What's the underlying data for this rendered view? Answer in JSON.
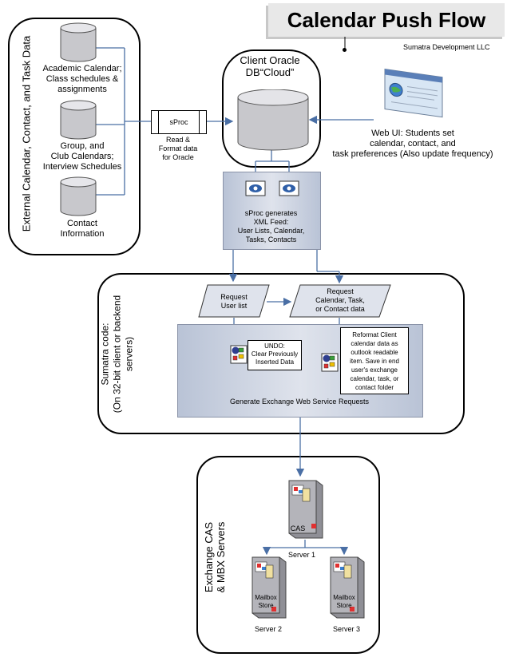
{
  "title": "Calendar Push Flow",
  "subtitle": "Sumatra Development LLC",
  "external_panel": {
    "label": "External Calendar, Contact, and Task Data",
    "sources": [
      {
        "label_lines": [
          "Academic Calendar;",
          "Class schedules &",
          "assignments"
        ]
      },
      {
        "label_lines": [
          "Group, and",
          "Club Calendars;",
          "Interview Schedules"
        ]
      },
      {
        "label_lines": [
          "Contact",
          "Information"
        ]
      }
    ]
  },
  "sproc_box": {
    "label": "sProc",
    "caption_lines": [
      "Read &",
      "Format data",
      "for Oracle"
    ]
  },
  "oracle": {
    "label_line1": "Client Oracle",
    "label_line2": "DB“Cloud”"
  },
  "webui": {
    "label_lines": [
      "Web UI: Students  set",
      "calendar, contact, and",
      "task preferences  (Also update frequency)"
    ]
  },
  "xml_feed": {
    "label_lines": [
      "sProc generates",
      "XML Feed:",
      "User Lists, Calendar,",
      "Tasks, Contacts"
    ]
  },
  "sumatra_panel": {
    "label_line1": "Sumatra code:",
    "label_line2": "(On 32-bit client or backend",
    "label_line3": "servers)",
    "request_user": [
      "Request",
      "User list"
    ],
    "request_cal": [
      "Request",
      "Calendar, Task,",
      "or Contact data"
    ],
    "undo": [
      "UNDO:",
      "Clear Previously",
      "Inserted Data"
    ],
    "reformat": [
      "Reformat Client",
      "calendar data as",
      "outlook readable",
      "item.  Save in end",
      "user's exchange",
      "calendar, task, or",
      "contact folder"
    ],
    "generate": "Generate Exchange Web Service Requests"
  },
  "exchange_panel": {
    "label_line1": "Exchange CAS",
    "label_line2": "& MBX Servers",
    "cas": {
      "tag": "CAS",
      "name": "Server 1"
    },
    "mbx1": {
      "tag_lines": [
        "Mailbox",
        "Store"
      ],
      "name": "Server 2"
    },
    "mbx2": {
      "tag_lines": [
        "Mailbox",
        "Store"
      ],
      "name": "Server 3"
    }
  },
  "colors": {
    "arrow": "#4a6fa5",
    "band_dark": "#b9c3d6",
    "band_light": "#dfe3ec",
    "server": "#9a9aa0",
    "red": "#e03030"
  }
}
